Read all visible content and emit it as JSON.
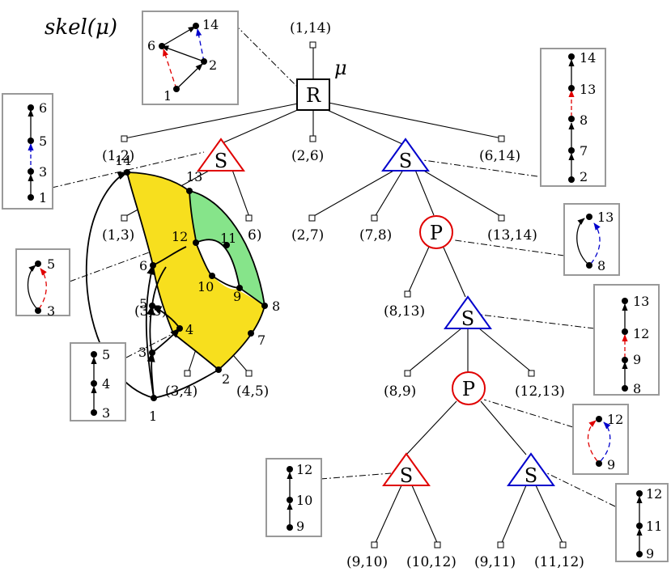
{
  "title": "skel(μ)",
  "colors": {
    "red": "#e00000",
    "blue": "#0000cc",
    "yellow": "#f7df1e",
    "green": "#86e48a",
    "inset_border": "#999999",
    "black": "#000000"
  },
  "root": {
    "letter": "R",
    "name": "μ"
  },
  "node_letters": {
    "S": "S",
    "P": "P"
  },
  "edge_labels": {
    "e_1_14": "(1,14)",
    "e_1_2": "(1,2)",
    "e_2_6": "(2,6)",
    "e_6_14": "(6,14)",
    "e_1_3": "(1,3)",
    "e_3_6": "6)",
    "e_2_7": "(2,7)",
    "e_7_8": "(7,8)",
    "e_13_14": "(13,14)",
    "e_3_5": "(3,5)",
    "e_8_13": "(8,13)",
    "e_3_4": "(3,4)",
    "e_4_5": "(4,5)",
    "e_8_9": "(8,9)",
    "e_12_13": "(12,13)",
    "e_9_10": "(9,10)",
    "e_10_12": "(10,12)",
    "e_9_11": "(9,11)",
    "e_11_12": "(11,12)"
  },
  "skel_root_inset": {
    "vertices": [
      "14",
      "6",
      "2",
      "1"
    ]
  },
  "insets": {
    "s_1_6": [
      "6",
      "5",
      "3",
      "1"
    ],
    "p_3_5": [
      "5",
      "3"
    ],
    "s_3_5": [
      "5",
      "4",
      "3"
    ],
    "s_2_14": [
      "14",
      "13",
      "8",
      "7",
      "2"
    ],
    "p_8_13": [
      "13",
      "8"
    ],
    "s_8_13": [
      "13",
      "12",
      "9",
      "8"
    ],
    "p_9_12": [
      "12",
      "9"
    ],
    "s_9_12_red": [
      "12",
      "10",
      "9"
    ],
    "s_9_12_blue": [
      "12",
      "11",
      "9"
    ]
  },
  "graph_vertices": [
    "1",
    "2",
    "3",
    "4",
    "5",
    "6",
    "7",
    "8",
    "9",
    "10",
    "11",
    "12",
    "13",
    "14"
  ]
}
